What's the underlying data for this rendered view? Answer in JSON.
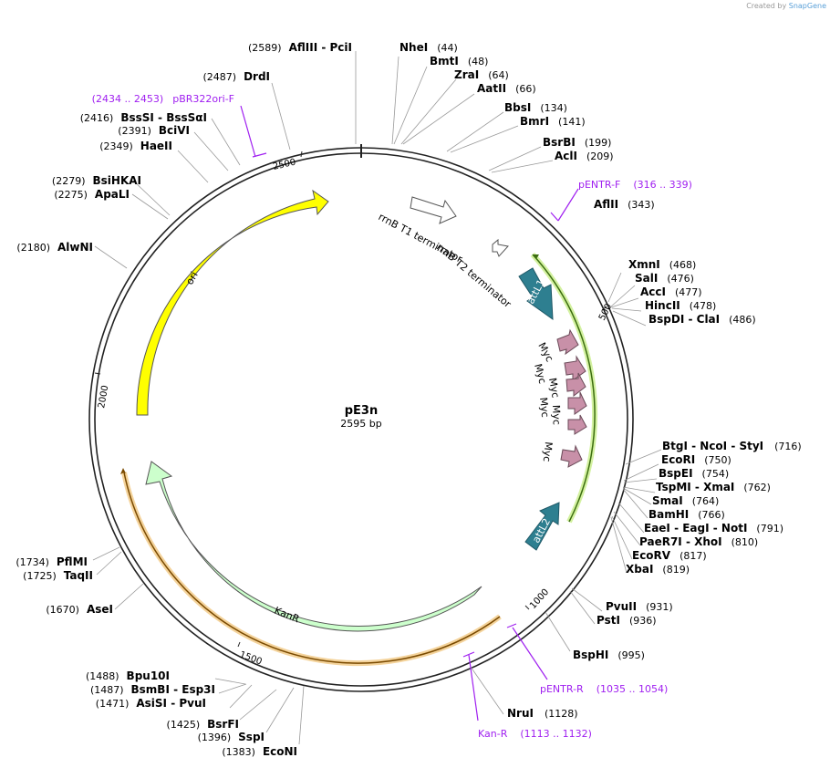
{
  "credit": {
    "prefix": "Created by",
    "brand": "SnapGene"
  },
  "plasmid": {
    "name": "pE3n",
    "length_label": "2595 bp",
    "length_bp": 2595
  },
  "ticks": [
    "500",
    "1000",
    "1500",
    "2000",
    "2500"
  ],
  "colors": {
    "ori": "#ffff00",
    "kanr": "#ccffcc",
    "kanr_line": "#f0c070",
    "attl": "#2e7f90",
    "myc": "#c890a8",
    "primer": "#a020f0",
    "gene_line": "#8bc34a"
  },
  "features": [
    {
      "id": "rrnb_t1",
      "label": "rrnB T1 terminator"
    },
    {
      "id": "rrnb_t2",
      "label": "rrnB T2 terminator"
    },
    {
      "id": "attl1",
      "label": "attL1"
    },
    {
      "id": "attl2",
      "label": "attL2"
    },
    {
      "id": "ori",
      "label": "ori"
    },
    {
      "id": "kanr",
      "label": "KanR"
    },
    {
      "id": "myc1",
      "label": "Myc"
    },
    {
      "id": "myc2",
      "label": "Myc"
    },
    {
      "id": "myc3",
      "label": "Myc"
    },
    {
      "id": "myc4",
      "label": "Myc"
    },
    {
      "id": "myc5",
      "label": "Myc"
    },
    {
      "id": "myc6",
      "label": "Myc"
    }
  ],
  "enzymes": [
    {
      "names": "NheI",
      "pos": "(44)"
    },
    {
      "names": "BmtI",
      "pos": "(48)"
    },
    {
      "names": "ZraI",
      "pos": "(64)"
    },
    {
      "names": "AatII",
      "pos": "(66)"
    },
    {
      "names": "BbsI",
      "pos": "(134)"
    },
    {
      "names": "BmrI",
      "pos": "(141)"
    },
    {
      "names": "BsrBI",
      "pos": "(199)"
    },
    {
      "names": "AclI",
      "pos": "(209)"
    },
    {
      "names": "AflII",
      "pos": "(343)"
    },
    {
      "names": "XmnI",
      "pos": "(468)"
    },
    {
      "names": "SalI",
      "pos": "(476)"
    },
    {
      "names": "AccI",
      "pos": "(477)"
    },
    {
      "names": "HincII",
      "pos": "(478)"
    },
    {
      "names": "BspDI  -  ClaI",
      "pos": "(486)"
    },
    {
      "names": "BtgI  -  NcoI  -  StyI",
      "pos": "(716)"
    },
    {
      "names": "EcoRI",
      "pos": "(750)"
    },
    {
      "names": "BspEI",
      "pos": "(754)"
    },
    {
      "names": "TspMI  -  XmaI",
      "pos": "(762)"
    },
    {
      "names": "SmaI",
      "pos": "(764)"
    },
    {
      "names": "BamHI",
      "pos": "(766)"
    },
    {
      "names": "EaeI  -  EagI  -  NotI",
      "pos": "(791)"
    },
    {
      "names": "PaeR7I  -  XhoI",
      "pos": "(810)"
    },
    {
      "names": "EcoRV",
      "pos": "(817)"
    },
    {
      "names": "XbaI",
      "pos": "(819)"
    },
    {
      "names": "PvuII",
      "pos": "(931)"
    },
    {
      "names": "PstI",
      "pos": "(936)"
    },
    {
      "names": "BspHI",
      "pos": "(995)"
    },
    {
      "names": "NruI",
      "pos": "(1128)"
    },
    {
      "names": "EcoNI",
      "pos": "(1383)"
    },
    {
      "names": "SspI",
      "pos": "(1396)"
    },
    {
      "names": "BsrFI",
      "pos": "(1425)"
    },
    {
      "names": "AsiSI  -  PvuI",
      "pos": "(1471)"
    },
    {
      "names": "BsmBI  -  Esp3I",
      "pos": "(1487)"
    },
    {
      "names": "Bpu10I",
      "pos": "(1488)"
    },
    {
      "names": "AseI",
      "pos": "(1670)"
    },
    {
      "names": "TaqII",
      "pos": "(1725)"
    },
    {
      "names": "PflMI",
      "pos": "(1734)"
    },
    {
      "names": "AlwNI",
      "pos": "(2180)"
    },
    {
      "names": "ApaLI",
      "pos": "(2275)"
    },
    {
      "names": "BsiHKAI",
      "pos": "(2279)"
    },
    {
      "names": "HaeII",
      "pos": "(2349)"
    },
    {
      "names": "BciVI",
      "pos": "(2391)"
    },
    {
      "names": "BssSI  -  BssSαI",
      "pos": "(2416)"
    },
    {
      "names": "DrdI",
      "pos": "(2487)"
    },
    {
      "names": "AflIII  -  PciI",
      "pos": "(2589)"
    }
  ],
  "primers": [
    {
      "name": "pENTR-F",
      "range": "(316 .. 339)"
    },
    {
      "name": "pENTR-R",
      "range": "(1035 .. 1054)"
    },
    {
      "name": "Kan-R",
      "range": "(1113 .. 1132)"
    },
    {
      "name": "pBR322ori-F",
      "range": "(2434 .. 2453)"
    }
  ]
}
